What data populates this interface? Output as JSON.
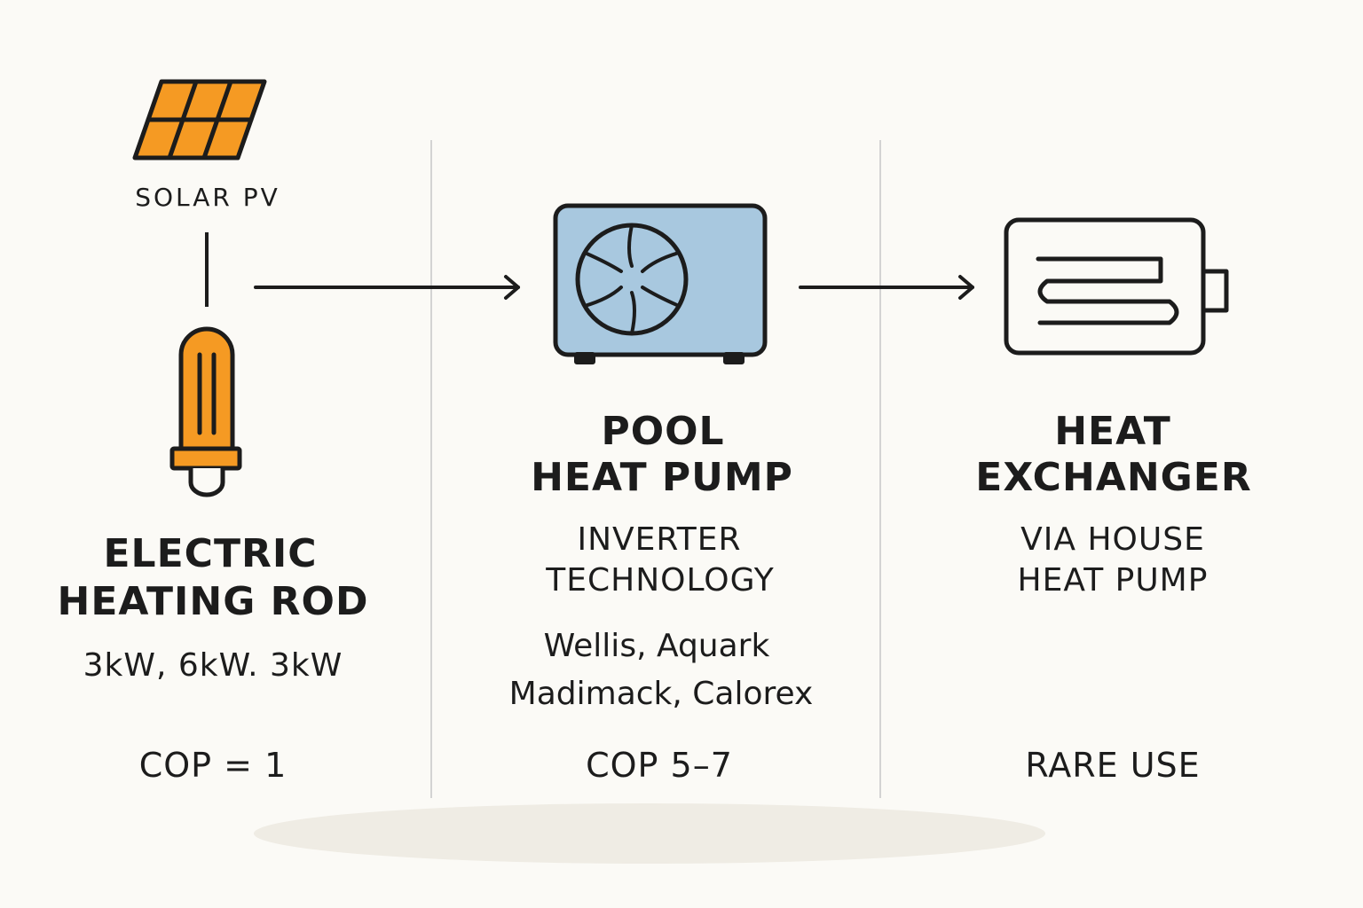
{
  "colors": {
    "background": "#fbfaf6",
    "ink": "#1c1c1c",
    "solar_orange": "#f59a23",
    "heat_pump_blue": "#a8c8df",
    "divider": "#cfcfcf",
    "shadow": "#efece4"
  },
  "solar": {
    "icon": "solar-panel-icon",
    "label": "SOLAR PV"
  },
  "heating_rod": {
    "icon": "heating-rod-icon",
    "title_line1": "ELECTRIC",
    "title_line2": "HEATING ROD",
    "specs": "3kW, 6kW. 3kW",
    "cop": "COP = 1"
  },
  "heat_pump": {
    "icon": "heat-pump-fan-icon",
    "title_line1": "POOL",
    "title_line2": "HEAT PUMP",
    "sub_line1": "INVERTER",
    "sub_line2": "TECHNOLOGY",
    "brands_line1": "Wellis, Aquark",
    "brands_line2": "Madimack, Calorex",
    "cop": "COP 5–7"
  },
  "heat_exchanger": {
    "icon": "heat-exchanger-icon",
    "title_line1": "HEAT",
    "title_line2": "EXCHANGER",
    "sub_line1": "VIA HOUSE",
    "sub_line2": "HEAT PUMP",
    "cop": "RARE USE"
  }
}
